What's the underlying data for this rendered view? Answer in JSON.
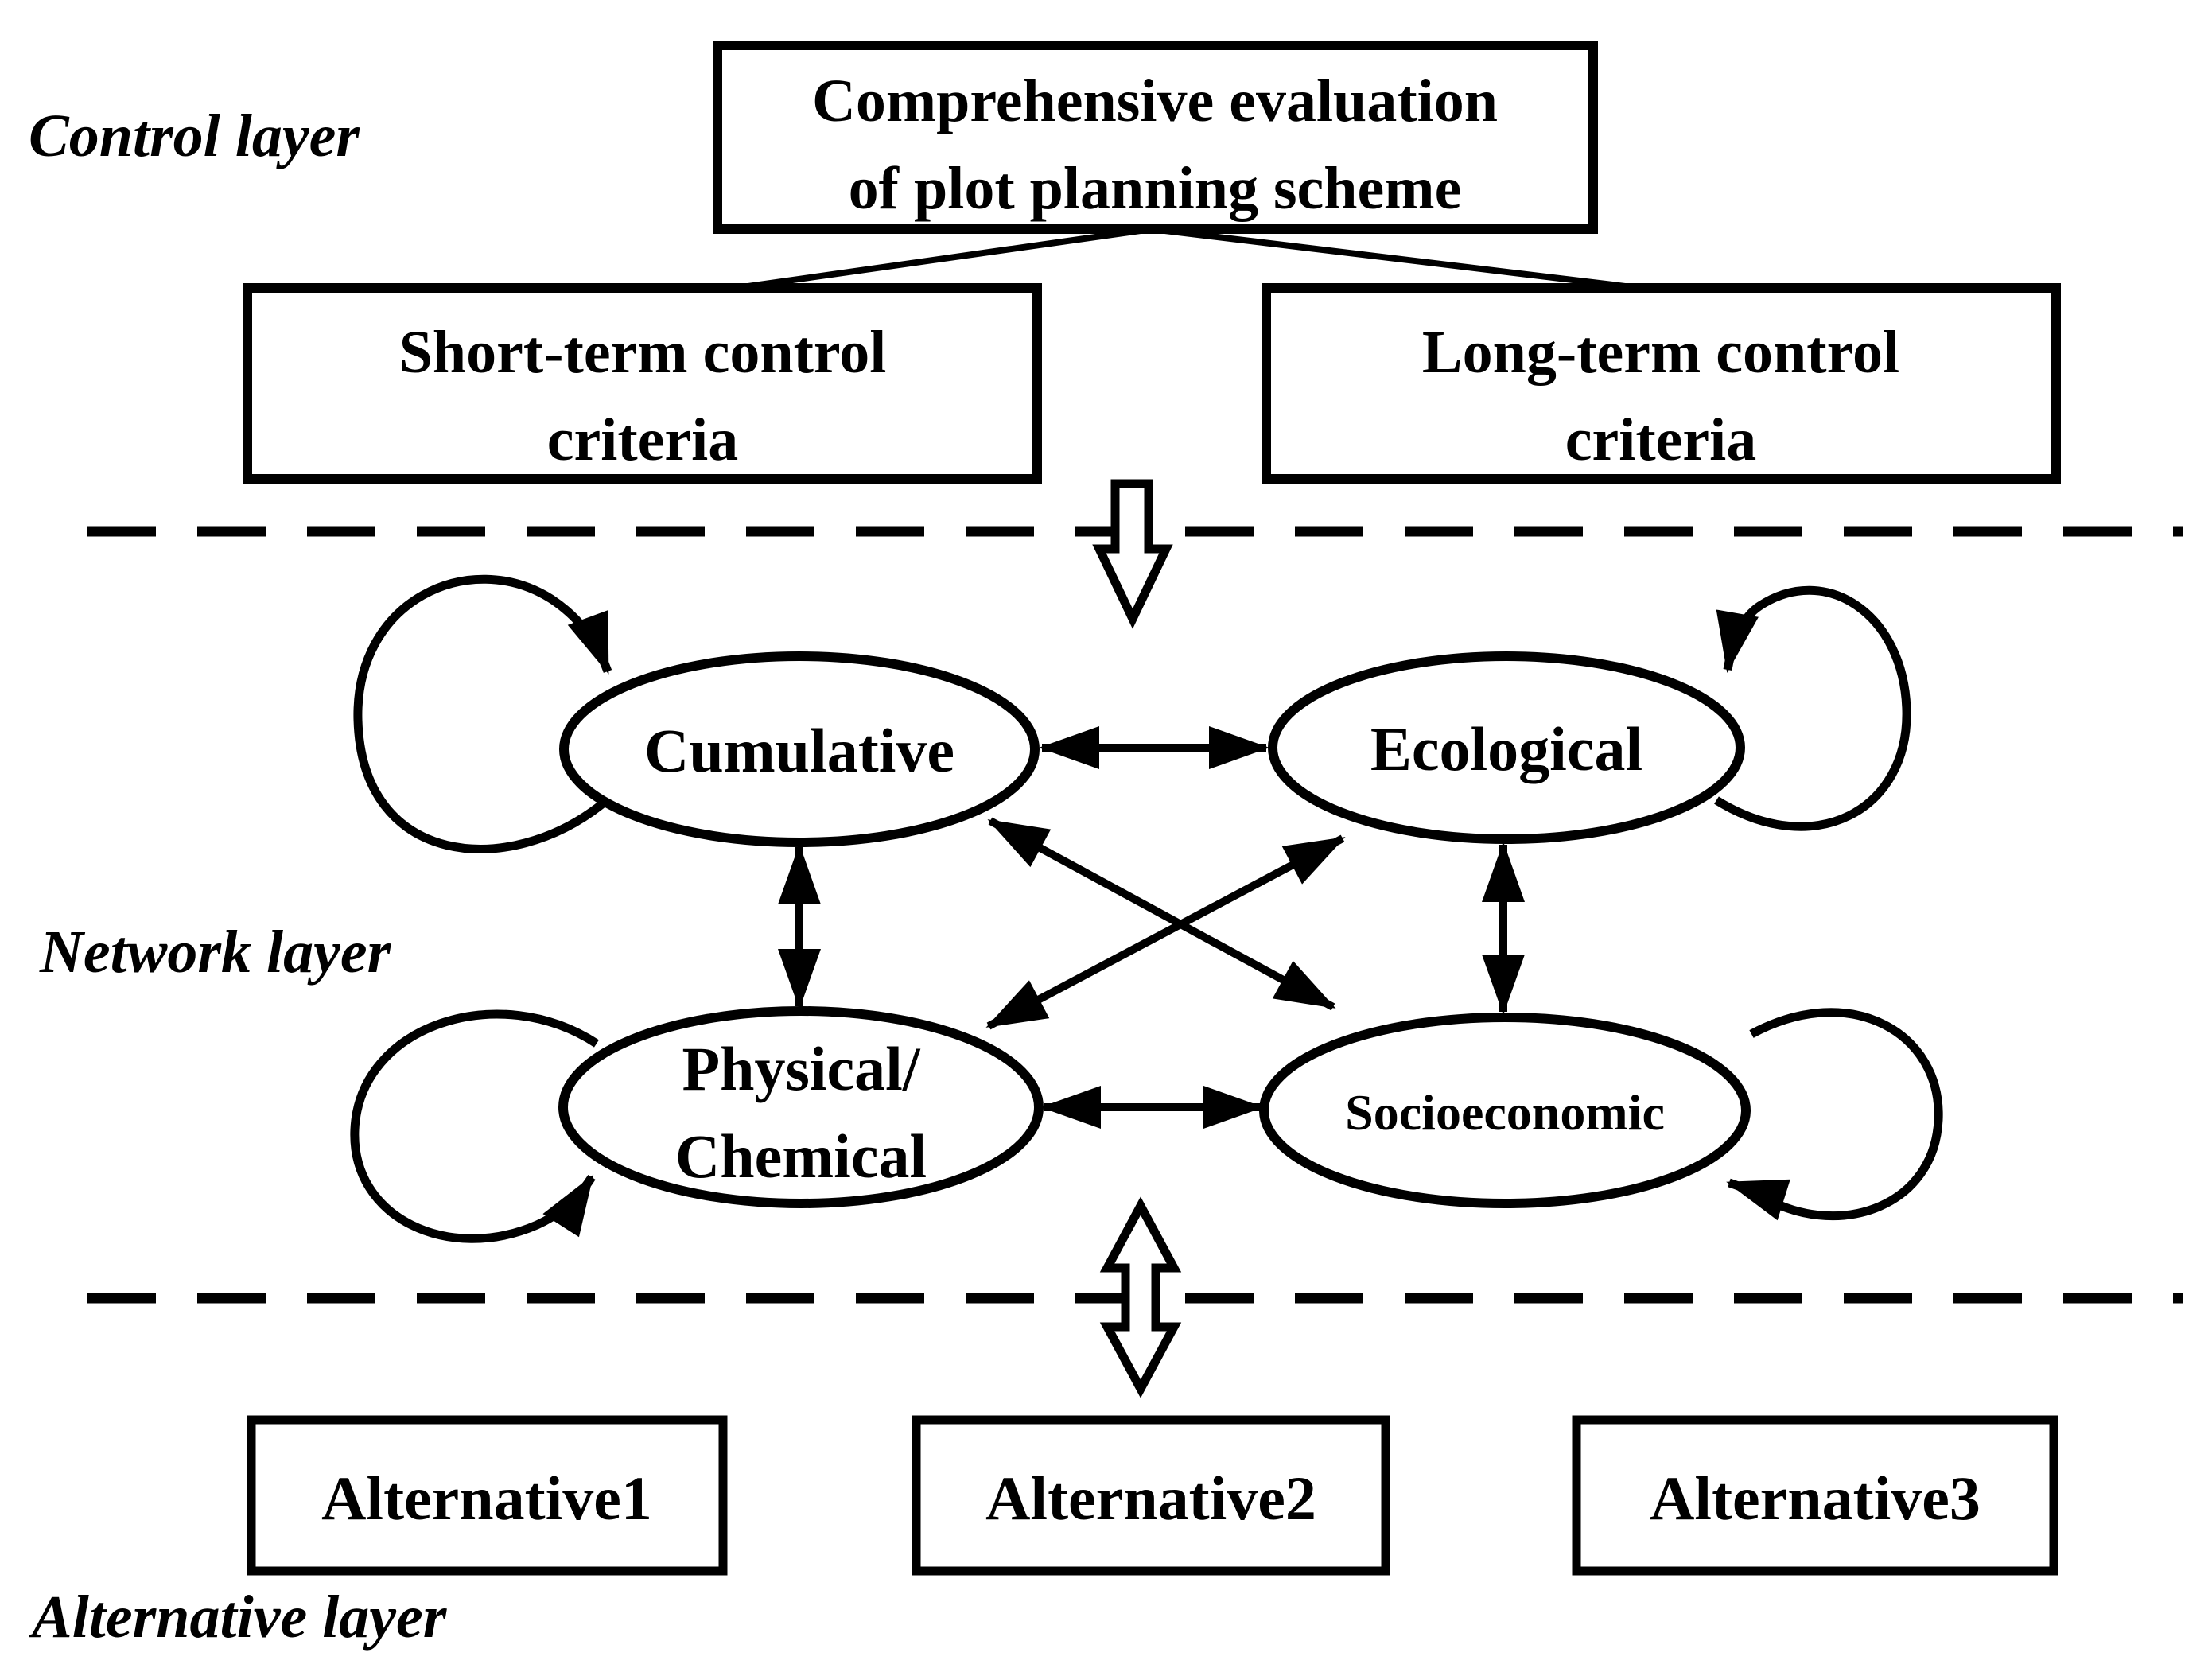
{
  "labels": {
    "control_layer": "Control layer",
    "network_layer": "Network layer",
    "alternative_layer": "Alternative layer"
  },
  "control_layer": {
    "goal_box": {
      "line1": "Comprehensive evaluation",
      "line2": "of plot planning scheme"
    },
    "criteria_boxes": [
      {
        "line1": "Short-term control",
        "line2": "criteria"
      },
      {
        "line1": "Long-term control",
        "line2": "criteria"
      }
    ]
  },
  "network_layer": {
    "clusters": [
      {
        "label": "Cumulative"
      },
      {
        "label": "Ecological"
      },
      {
        "label_line1": "Physical/",
        "label_line2": "Chemical"
      },
      {
        "label": "Socioeconomic"
      }
    ]
  },
  "alternative_layer": {
    "boxes": [
      {
        "label": "Alternative1"
      },
      {
        "label": "Alternative2"
      },
      {
        "label": "Alternative3"
      }
    ]
  },
  "colors": {
    "ink": "#000000",
    "paper": "#ffffff"
  }
}
